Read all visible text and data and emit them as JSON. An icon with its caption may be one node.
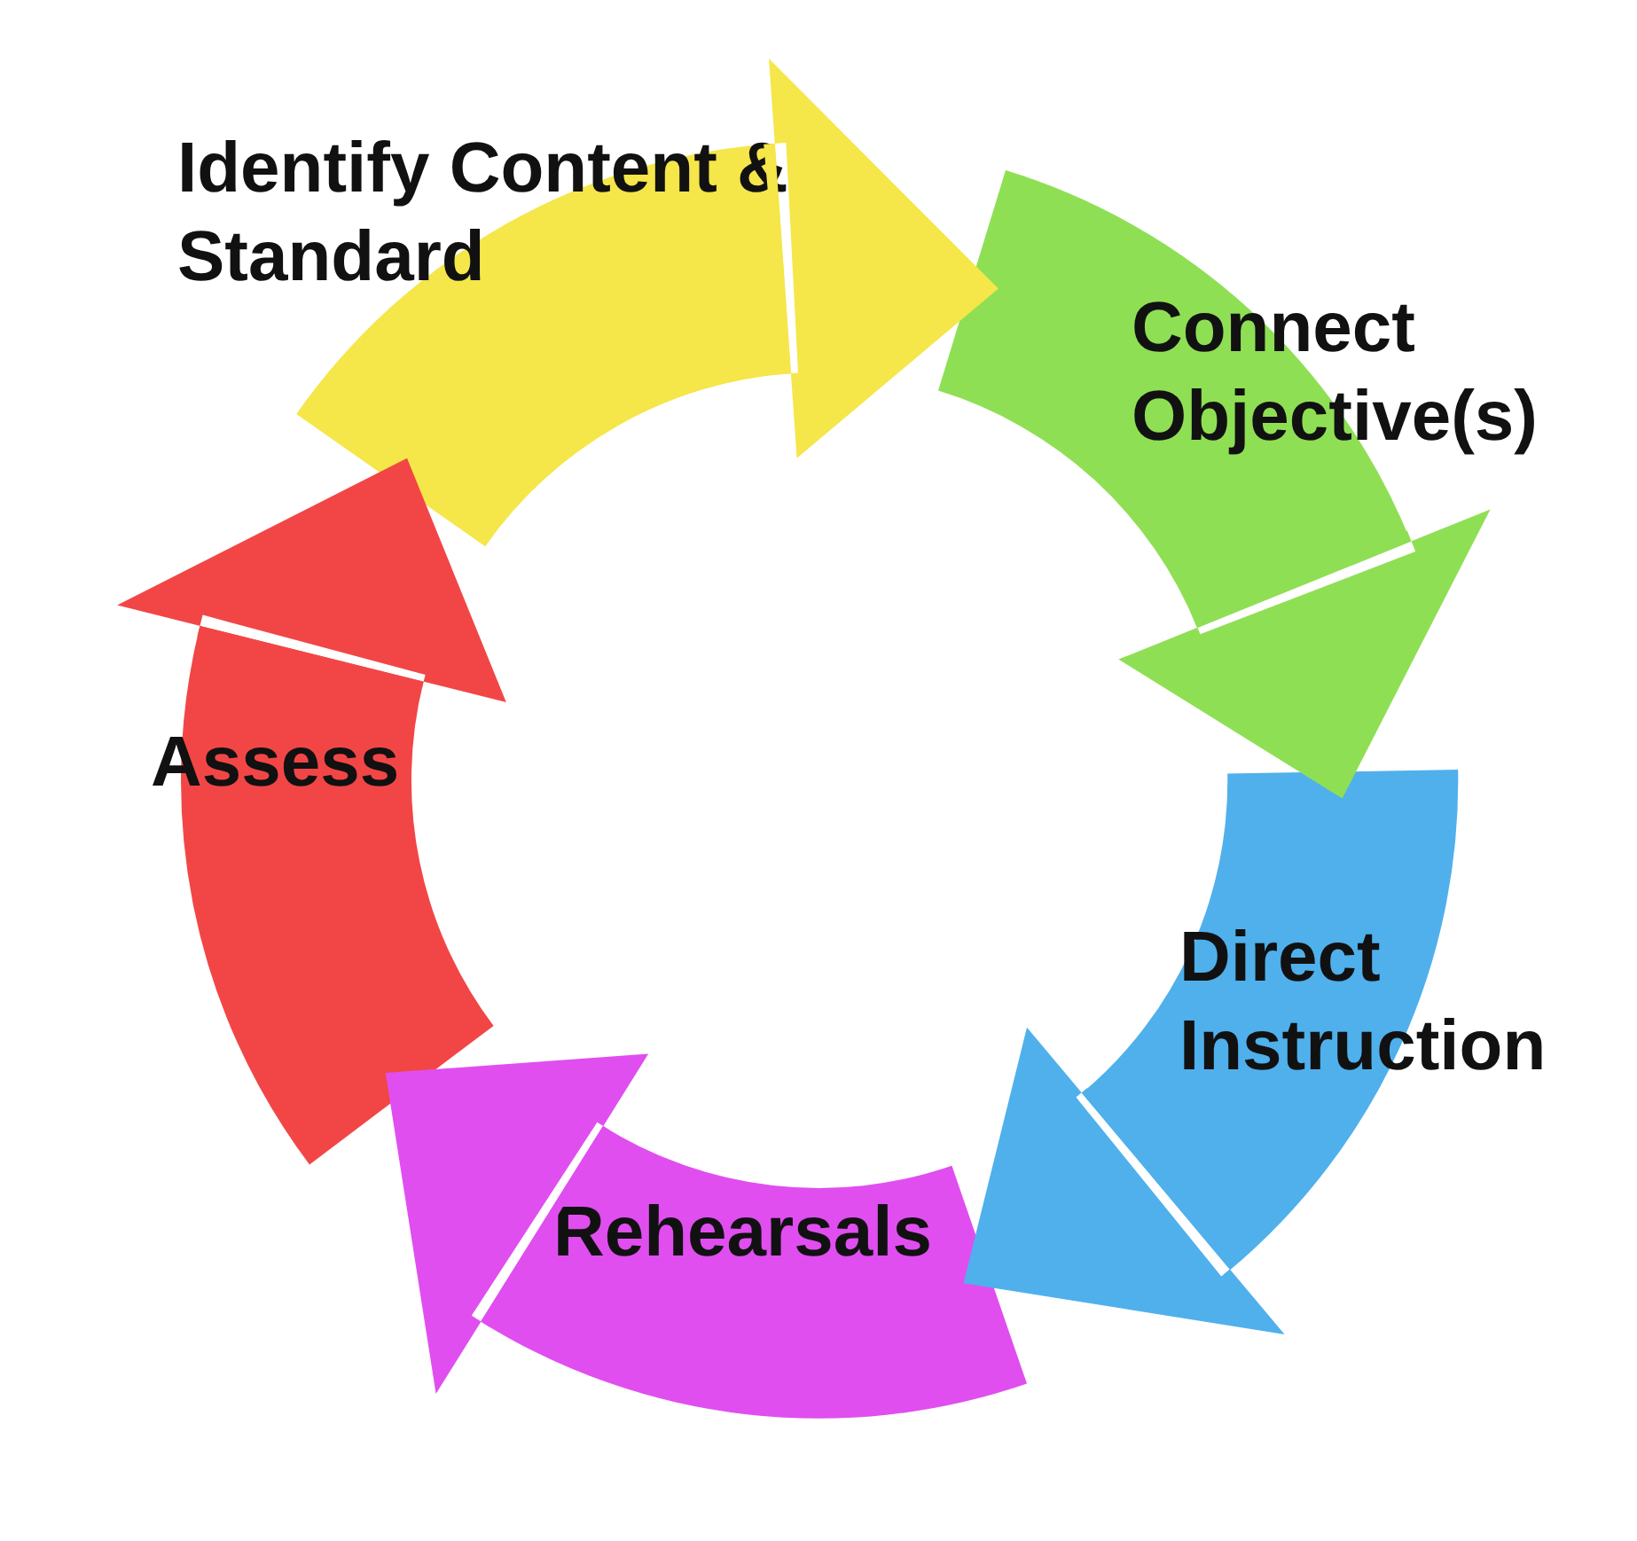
{
  "diagram": {
    "nodes": [
      {
        "text": [
          "Identify Content & Standard"
        ]
      },
      {
        "text": [
          "Connect Objective(s)"
        ]
      },
      {
        "text": [
          "Direct Instruction"
        ]
      },
      {
        "text": [
          "Rehearsals"
        ]
      },
      {
        "text": [
          "Assess"
        ]
      }
    ],
    "edges": [
      {
        "from": 0,
        "to": 1,
        "arrow": "to"
      },
      {
        "from": 1,
        "to": 2,
        "arrow": "to"
      },
      {
        "from": 2,
        "to": 3,
        "arrow": "to"
      },
      {
        "from": 3,
        "to": 4,
        "arrow": "to"
      },
      {
        "from": 4,
        "to": 0,
        "arrow": "to"
      }
    ]
  }
}
